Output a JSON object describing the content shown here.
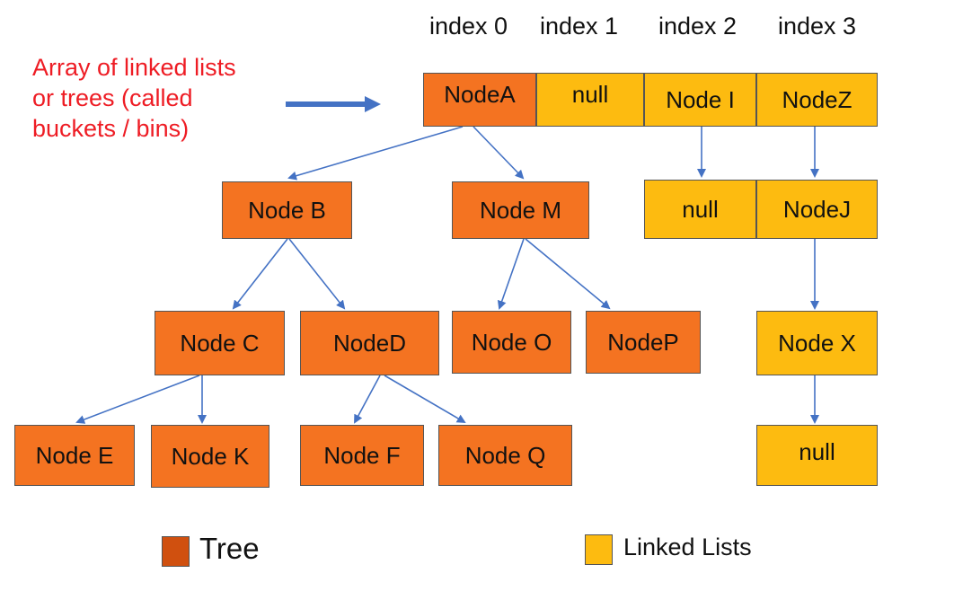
{
  "indices": [
    "index 0",
    "index 1",
    "index 2",
    "index 3"
  ],
  "caption": [
    "Array of linked lists",
    "or trees (called",
    "buckets / bins)"
  ],
  "nodes": {
    "nodeA": "NodeA",
    "null1": "null",
    "nodeI": "Node I",
    "nodeZ": "NodeZ",
    "nodeB": "Node B",
    "nodeM": "Node M",
    "null2": "null",
    "nodeJ": "NodeJ",
    "nodeC": "Node C",
    "nodeD": "NodeD",
    "nodeO": "Node O",
    "nodeP": "NodeP",
    "nodeX": "Node X",
    "nodeE": "Node E",
    "nodeK": "Node K",
    "nodeF": "Node F",
    "nodeQ": "Node Q",
    "null3": "null"
  },
  "legend": {
    "tree": "Tree",
    "linked": "Linked Lists"
  },
  "colors": {
    "tree": "#f47321",
    "linked": "#fdbb10",
    "caption": "#ee1c24",
    "arrow": "#4472c4"
  }
}
